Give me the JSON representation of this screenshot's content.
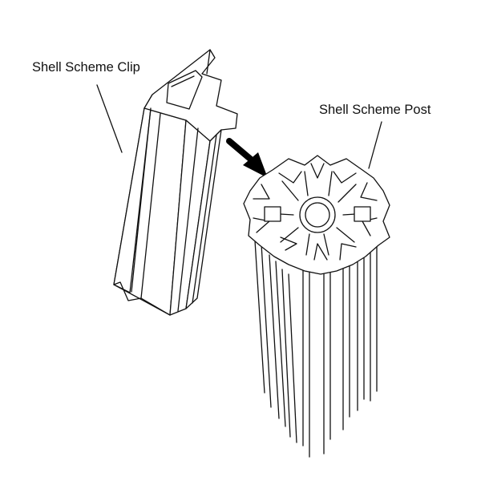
{
  "diagram": {
    "labels": {
      "clip": "Shell Scheme Clip",
      "post": "Shell Scheme Post"
    },
    "colors": {
      "line": "#111111",
      "background": "#ffffff",
      "arrow": "#000000"
    },
    "arrow": {
      "from": "clip",
      "to": "post",
      "icon": "arrow-icon"
    }
  }
}
